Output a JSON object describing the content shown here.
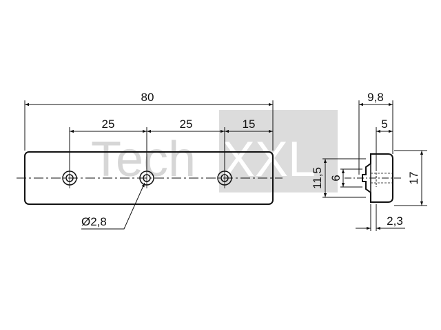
{
  "drawing": {
    "dimensions": {
      "total_length": "80",
      "spacing_1": "25",
      "spacing_2": "25",
      "end_offset": "15",
      "hole_diameter": "Ø2,8",
      "side_width": "9,8",
      "side_step": "5",
      "height_inner": "11,5",
      "slot_width": "6",
      "total_height": "17",
      "flange_thickness": "2,3"
    },
    "watermark": {
      "prefix": "Tech",
      "suffix": "XXL"
    },
    "colors": {
      "line": "#111111",
      "watermark": "#d6d6d6"
    }
  }
}
